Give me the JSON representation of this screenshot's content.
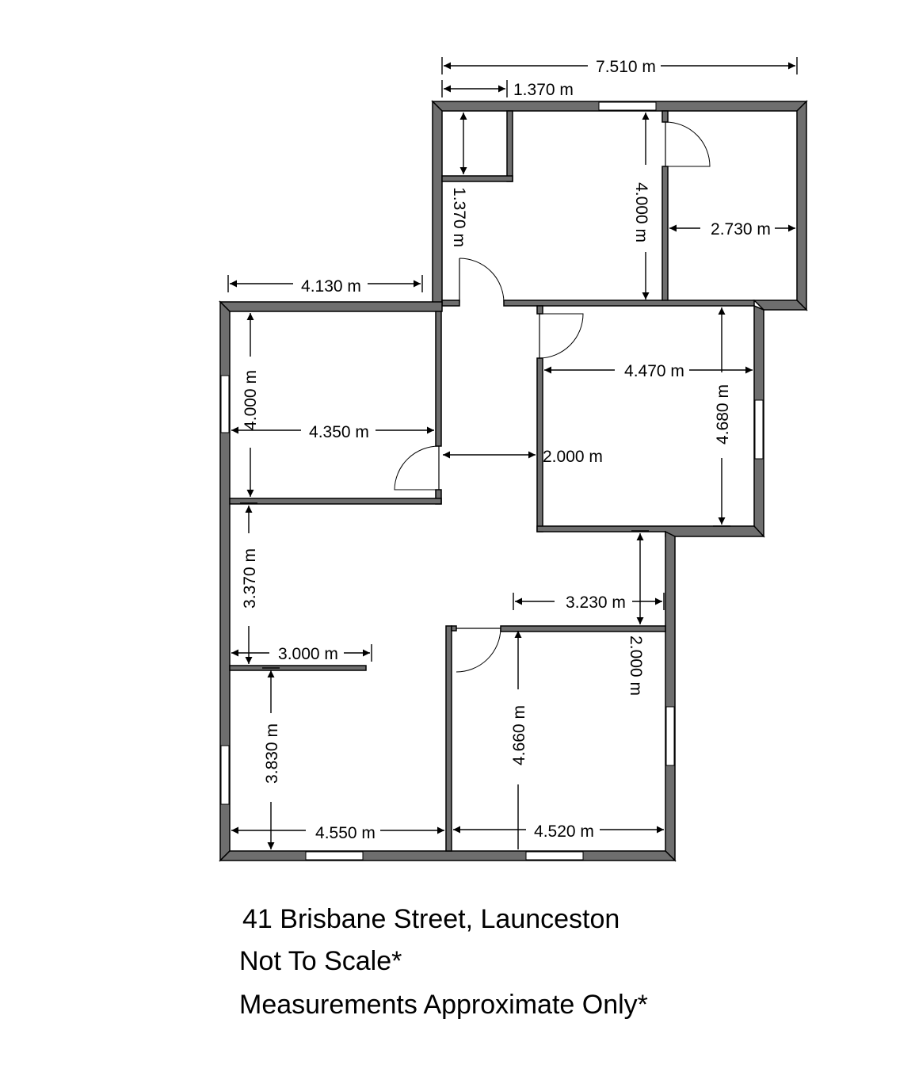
{
  "caption": {
    "address": "41 Brisbane Street, Launceston",
    "scale_note": "Not To Scale*",
    "measurement_note": "Measurements Approximate Only*"
  },
  "dimensions": {
    "overall_width": "7.510 m",
    "top_left_width": "1.370 m",
    "top_left_height": "1.370 m",
    "top_room_height": "4.000 m",
    "top_right_width": "2.730 m",
    "upper_left_offset": "4.130 m",
    "upper_left_height": "4.000 m",
    "upper_left_width": "4.350 m",
    "hall_width": "2.000 m",
    "right_room_width": "4.470 m",
    "right_room_height": "4.680 m",
    "mid_left_height": "3.370 m",
    "lower_right_width": "3.230 m",
    "lower_hall_height": "2.000 m",
    "lower_left_partition": "3.000 m",
    "lower_left_height": "3.830 m",
    "lower_right_height": "4.660 m",
    "bottom_left_width": "4.550 m",
    "bottom_right_width": "4.520 m"
  }
}
